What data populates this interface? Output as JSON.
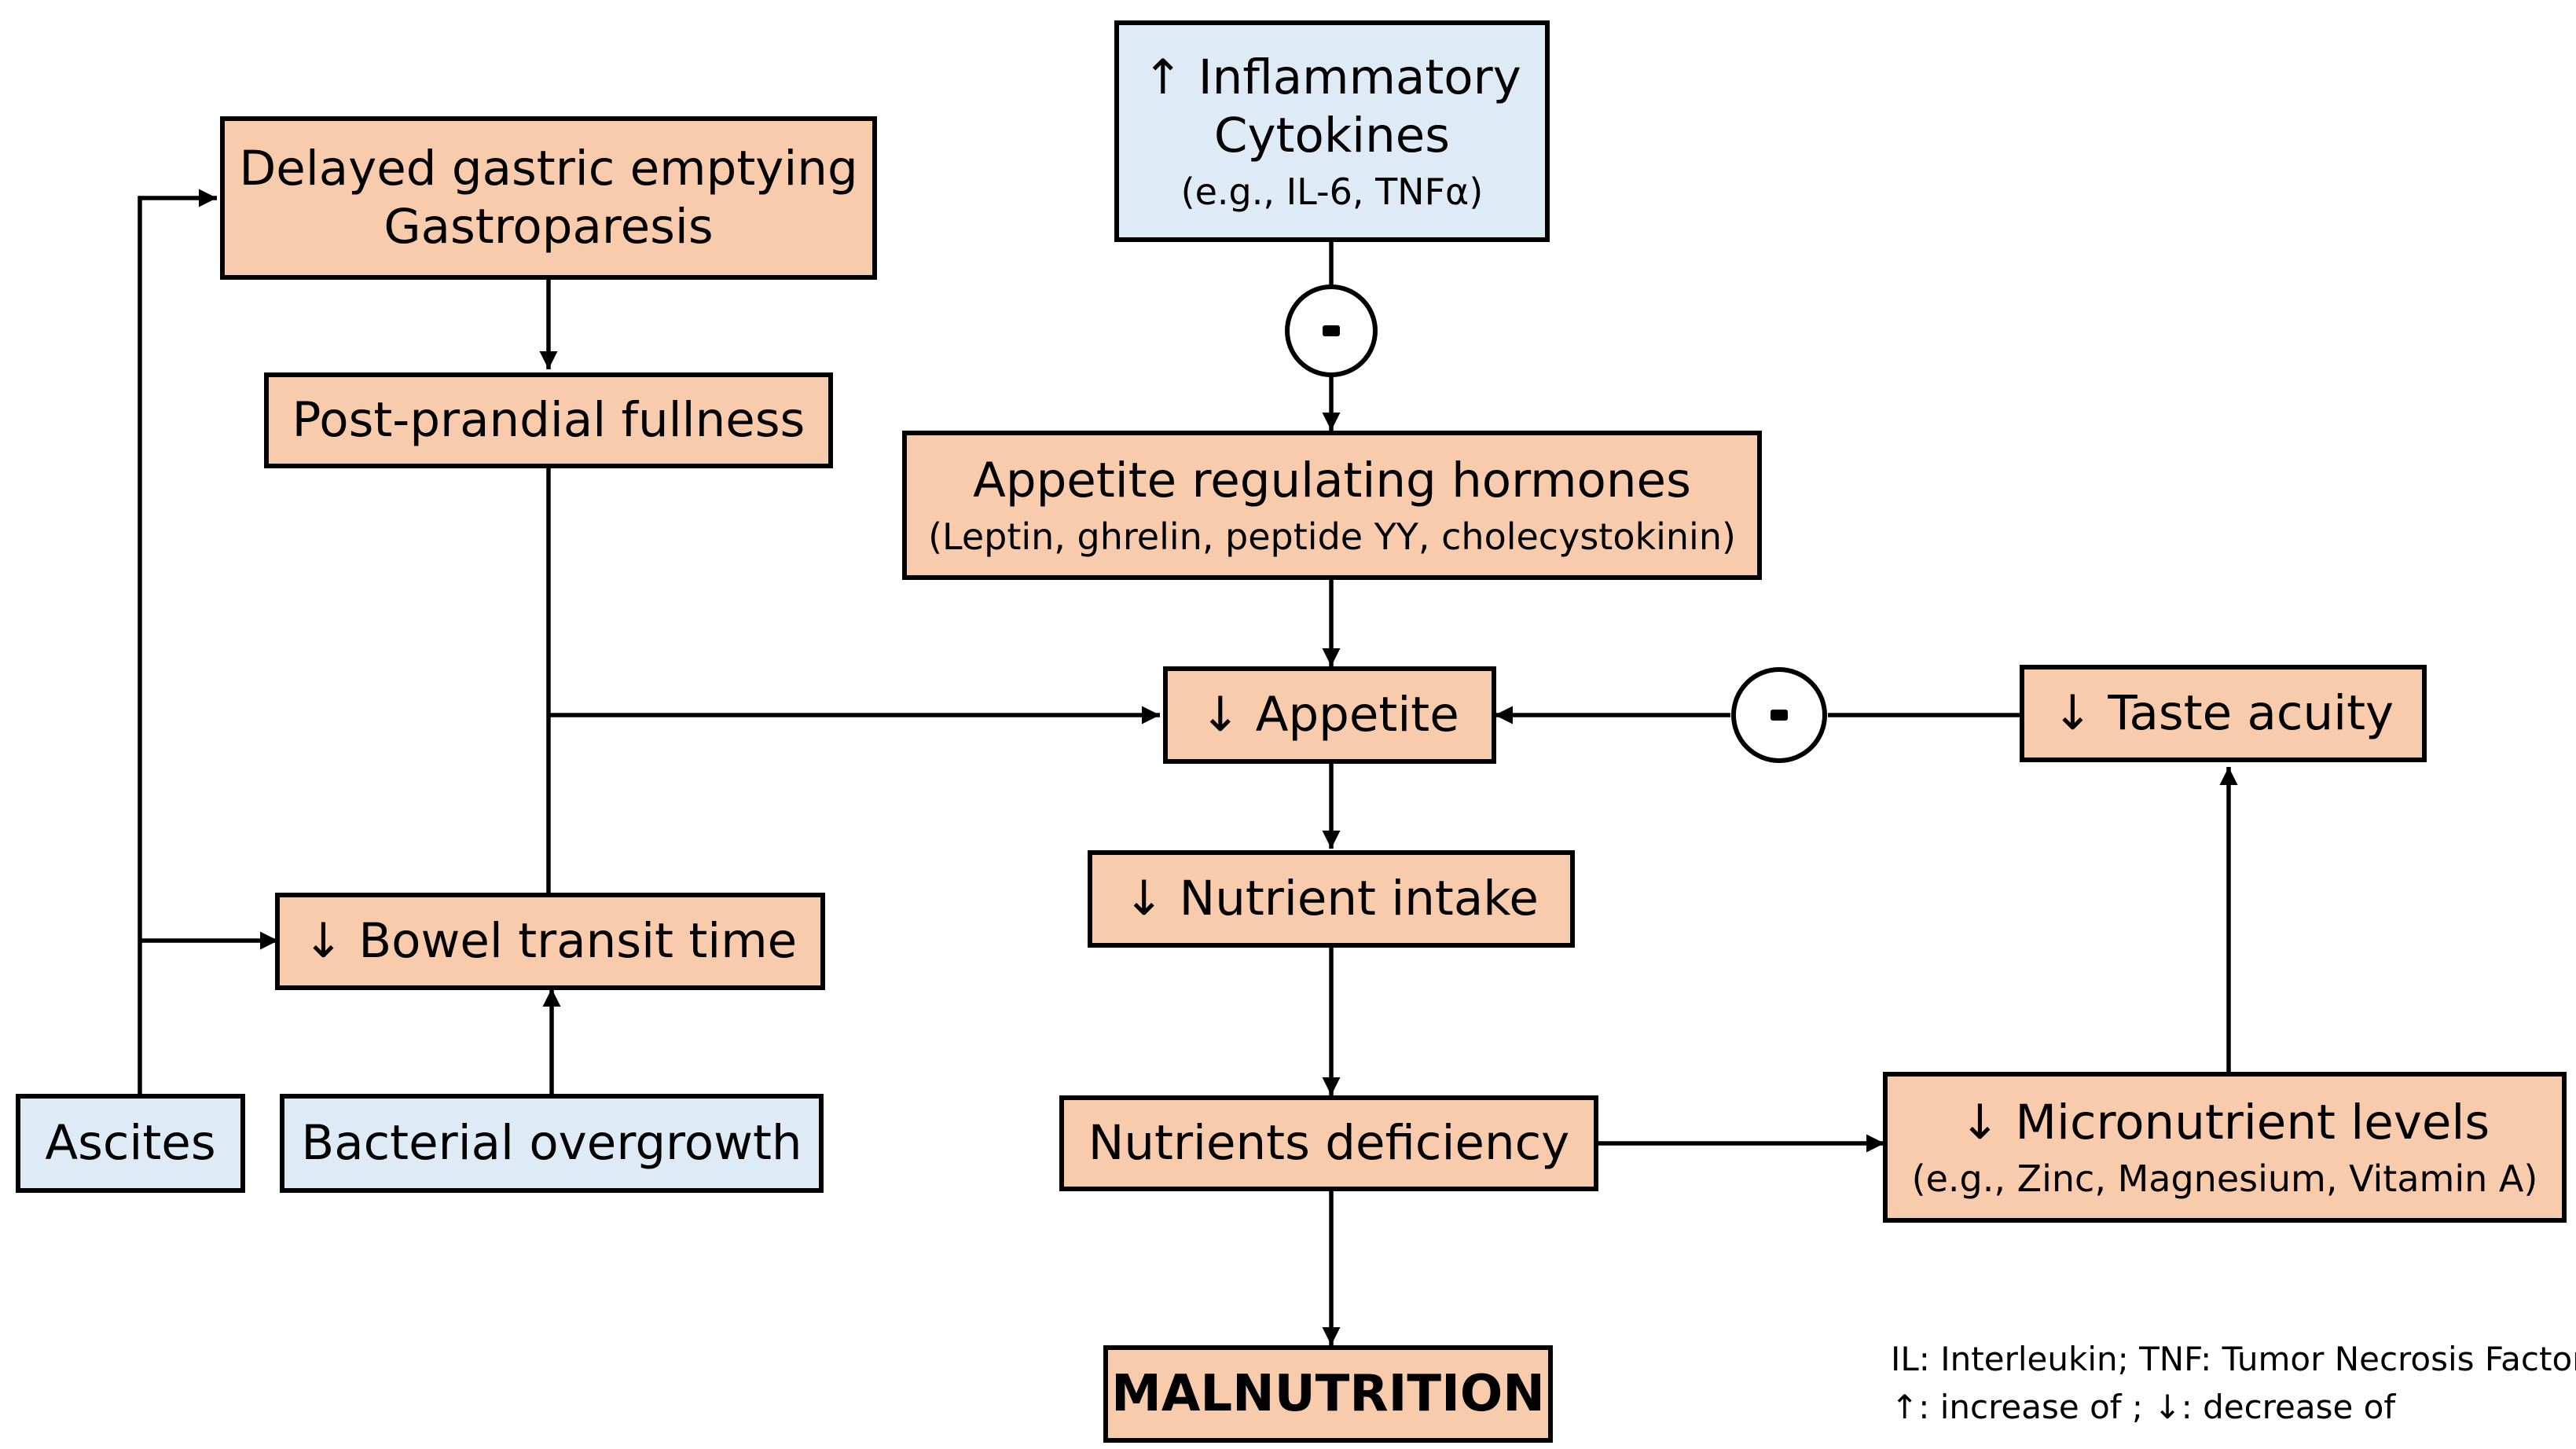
{
  "nodes": {
    "delayed_gastric": {
      "line1": "Delayed gastric emptying",
      "line2": "Gastroparesis"
    },
    "postprandial": {
      "label": "Post-prandial fullness"
    },
    "bowel_transit": {
      "label": "↓ Bowel transit time"
    },
    "ascites": {
      "label": "Ascites"
    },
    "bacterial": {
      "label": "Bacterial overgrowth"
    },
    "cytokines": {
      "line1": "↑ Inflammatory",
      "line2": "Cytokines",
      "sub": "(e.g., IL-6, TNFα)"
    },
    "hormones": {
      "label": "Appetite regulating hormones",
      "sub": "(Leptin, ghrelin, peptide YY, cholecystokinin)"
    },
    "appetite": {
      "label": "↓ Appetite"
    },
    "taste": {
      "label": "↓ Taste acuity"
    },
    "nutrient_intake": {
      "label": "↓ Nutrient intake"
    },
    "deficiency": {
      "label": "Nutrients deficiency"
    },
    "micronutrient": {
      "label": "↓ Micronutrient levels",
      "sub": "(e.g., Zinc, Magnesium, Vitamin A)"
    },
    "malnutrition": {
      "label": "MALNUTRITION"
    }
  },
  "inhibition_marker": "-",
  "legend": {
    "line1": "IL: Interleukin; TNF: Tumor Necrosis Factor",
    "line2": "↑: increase of ; ↓: decrease of"
  },
  "colors": {
    "peach": "#f8cbad",
    "blue": "#deebf7",
    "line": "#000000"
  }
}
